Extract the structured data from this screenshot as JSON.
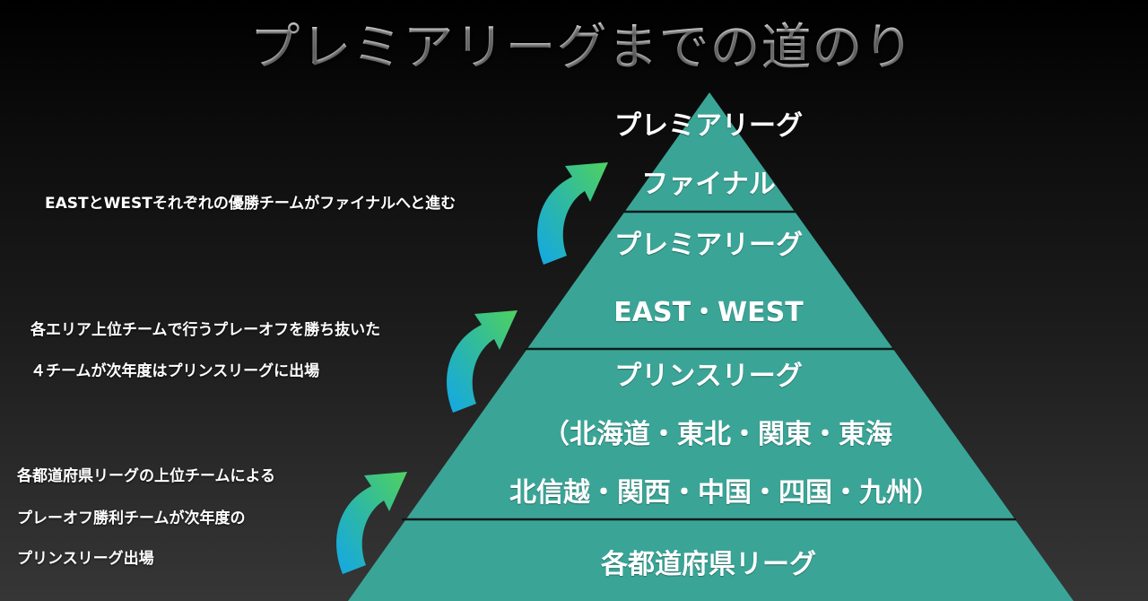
{
  "title": "プレミアリーグまでの道のり",
  "colors": {
    "pyramid_fill": "#3aa597",
    "divider": "#0d1a18",
    "arrow_start": "#13a8e6",
    "arrow_end": "#4fd160",
    "text": "#ffffff",
    "background_top": "#000000",
    "background_bottom": "#363636"
  },
  "pyramid": {
    "tiers": [
      {
        "name": "premier-final",
        "lines": [
          "プレミアリーグ",
          "ファイナル"
        ]
      },
      {
        "name": "premier-east-west",
        "lines": [
          "プレミアリーグ",
          "EAST・WEST"
        ]
      },
      {
        "name": "prince-league",
        "lines": [
          "プリンスリーグ",
          "（北海道・東北・関東・東海",
          "北信越・関西・中国・四国・九州）"
        ]
      },
      {
        "name": "prefectural-league",
        "lines": [
          "各都道府県リーグ"
        ]
      }
    ]
  },
  "notes": [
    {
      "lines": [
        "EASTとWESTそれぞれの優勝チームがファイナルへと進む"
      ]
    },
    {
      "lines": [
        "各エリア上位チームで行うプレーオフを勝ち抜いた",
        "４チームが次年度はプリンスリーグに出場"
      ]
    },
    {
      "lines": [
        "各都道府県リーグの上位チームによる",
        "プレーオフ勝利チームが次年度の",
        "プリンスリーグ出場"
      ]
    }
  ],
  "arrows": [
    {
      "name": "promotion-arrow-final",
      "icon": "curved-up-right-arrow"
    },
    {
      "name": "promotion-arrow-premier",
      "icon": "curved-up-right-arrow"
    },
    {
      "name": "promotion-arrow-prince",
      "icon": "curved-up-right-arrow"
    }
  ]
}
